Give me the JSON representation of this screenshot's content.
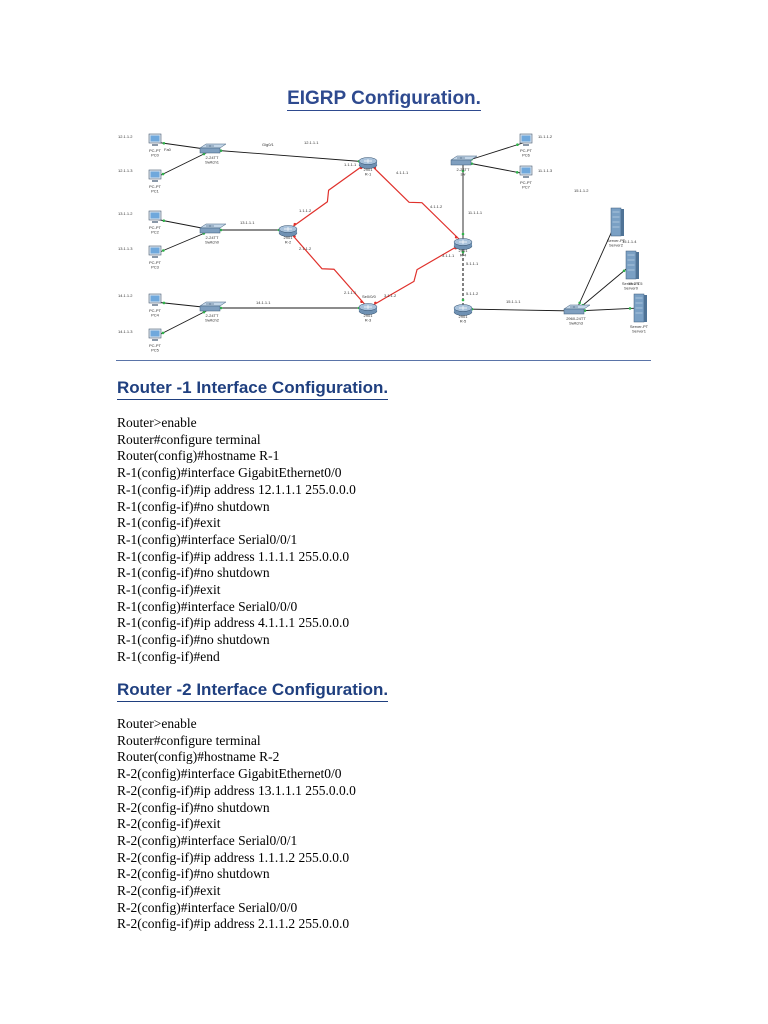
{
  "title": "EIGRP Configuration.",
  "diagram": {
    "devices": [
      {
        "id": "pc_tl1",
        "type": "pc",
        "name": "PC-PT",
        "sub": "PC0"
      },
      {
        "id": "pc_tl2",
        "type": "pc",
        "name": "PC-PT",
        "sub": "PC1"
      },
      {
        "id": "pc_ml1",
        "type": "pc",
        "name": "PC-PT",
        "sub": "PC2"
      },
      {
        "id": "pc_ml2",
        "type": "pc",
        "name": "PC-PT",
        "sub": "PC3"
      },
      {
        "id": "pc_bl1",
        "type": "pc",
        "name": "PC-PT",
        "sub": "PC4"
      },
      {
        "id": "pc_bl2",
        "type": "pc",
        "name": "PC-PT",
        "sub": "PC5"
      },
      {
        "id": "pc_tr1",
        "type": "pc",
        "name": "PC-PT",
        "sub": "PC6"
      },
      {
        "id": "pc_tr2",
        "type": "pc",
        "name": "PC-PT",
        "sub": "PC7"
      },
      {
        "id": "sw_tl",
        "type": "switch",
        "name": "2-24TT",
        "sub": "Switch1"
      },
      {
        "id": "sw_ml",
        "type": "switch",
        "name": "2-24TT",
        "sub": "Switch0"
      },
      {
        "id": "sw_bl",
        "type": "switch",
        "name": "2-24TT",
        "sub": "Switch2"
      },
      {
        "id": "sw_tr",
        "type": "switch",
        "name": "2-24TT",
        "sub": "sw"
      },
      {
        "id": "sw_br",
        "type": "switch",
        "name": "2960-24TT",
        "sub": "Switch3"
      },
      {
        "id": "r1",
        "type": "router",
        "name": "2901",
        "sub": "R-1"
      },
      {
        "id": "r2",
        "type": "router",
        "name": "2901",
        "sub": "R-2"
      },
      {
        "id": "r3",
        "type": "router",
        "name": "2901",
        "sub": "R-3"
      },
      {
        "id": "r4",
        "type": "router",
        "name": "2901",
        "sub": "R-4"
      },
      {
        "id": "r5",
        "type": "router",
        "name": "2901",
        "sub": "R-5"
      },
      {
        "id": "srv1",
        "type": "server",
        "name": "Server-PT",
        "sub": "Server2"
      },
      {
        "id": "srv2",
        "type": "server",
        "name": "Server-PT",
        "sub": "Server0"
      },
      {
        "id": "srv3",
        "type": "server",
        "name": "Server-PT",
        "sub": "Server1"
      }
    ],
    "links": [
      {
        "from": "pc_tl1",
        "to": "sw_tl",
        "kind": "ethernet"
      },
      {
        "from": "pc_tl2",
        "to": "sw_tl",
        "kind": "ethernet"
      },
      {
        "from": "sw_tl",
        "to": "r1",
        "kind": "ethernet"
      },
      {
        "from": "pc_ml1",
        "to": "sw_ml",
        "kind": "ethernet"
      },
      {
        "from": "pc_ml2",
        "to": "sw_ml",
        "kind": "ethernet"
      },
      {
        "from": "sw_ml",
        "to": "r2",
        "kind": "ethernet"
      },
      {
        "from": "pc_bl1",
        "to": "sw_bl",
        "kind": "ethernet"
      },
      {
        "from": "pc_bl2",
        "to": "sw_bl",
        "kind": "ethernet"
      },
      {
        "from": "sw_bl",
        "to": "r3",
        "kind": "ethernet"
      },
      {
        "from": "r1",
        "to": "r2",
        "kind": "serial"
      },
      {
        "from": "r2",
        "to": "r3",
        "kind": "serial"
      },
      {
        "from": "r1",
        "to": "r4",
        "kind": "serial"
      },
      {
        "from": "r3",
        "to": "r4",
        "kind": "serial"
      },
      {
        "from": "r4",
        "to": "sw_tr",
        "kind": "ethernet"
      },
      {
        "from": "pc_tr1",
        "to": "sw_tr",
        "kind": "ethernet"
      },
      {
        "from": "pc_tr2",
        "to": "sw_tr",
        "kind": "ethernet"
      },
      {
        "from": "r4",
        "to": "r5",
        "kind": "dashed"
      },
      {
        "from": "r5",
        "to": "sw_br",
        "kind": "ethernet"
      },
      {
        "from": "srv1",
        "to": "sw_br",
        "kind": "ethernet"
      },
      {
        "from": "srv2",
        "to": "sw_br",
        "kind": "ethernet"
      },
      {
        "from": "srv3",
        "to": "sw_br",
        "kind": "ethernet"
      }
    ],
    "labels": [
      {
        "id": "ip_pc_tl1",
        "text": "12.1.1.2"
      },
      {
        "id": "ip_pc_tl2",
        "text": "12.1.1.3"
      },
      {
        "id": "ip_pc_ml1",
        "text": "13.1.1.2"
      },
      {
        "id": "ip_pc_ml2",
        "text": "13.1.1.3"
      },
      {
        "id": "ip_pc_bl1",
        "text": "14.1.1.2"
      },
      {
        "id": "ip_pc_bl2",
        "text": "14.1.1.3"
      },
      {
        "id": "ip_pc_tr1",
        "text": "11.1.1.2"
      },
      {
        "id": "ip_pc_tr2",
        "text": "11.1.1.3"
      },
      {
        "id": "ip_l1",
        "text": "12.1.1.1"
      },
      {
        "id": "ip_l2",
        "text": "13.1.1.1"
      },
      {
        "id": "ip_l3",
        "text": "14.1.1.1"
      },
      {
        "id": "ip_r1a",
        "text": "1.1.1.1"
      },
      {
        "id": "ip_r1b",
        "text": "4.1.1.1"
      },
      {
        "id": "ip_r2a",
        "text": "1.1.1.2"
      },
      {
        "id": "ip_r2b",
        "text": "2.1.1.2"
      },
      {
        "id": "ip_r3a",
        "text": "2.1.1.1"
      },
      {
        "id": "ip_r3b",
        "text": "3.1.1.2"
      },
      {
        "id": "ip_r4a",
        "text": "4.1.1.2"
      },
      {
        "id": "ip_r4b",
        "text": "3.1.1.1"
      },
      {
        "id": "ip_r4c",
        "text": "11.1.1.1"
      },
      {
        "id": "ip_r4d",
        "text": "5.1.1.1"
      },
      {
        "id": "ip_r5a",
        "text": "5.1.1.2"
      },
      {
        "id": "ip_r5b",
        "text": "15.1.1.1"
      },
      {
        "id": "ip_s1",
        "text": "15.1.1.2"
      },
      {
        "id": "ip_s2",
        "text": "15.1.1.4"
      },
      {
        "id": "ip_s3",
        "text": "15.1.1.5"
      },
      {
        "id": "if_gig0",
        "text": "Gig0/1"
      },
      {
        "id": "if_fa0",
        "text": "Fa0"
      },
      {
        "id": "if_se",
        "text": "Se0/0/0"
      }
    ]
  },
  "router1": {
    "heading": "Router -1 Interface Configuration.",
    "lines": [
      "Router>enable",
      "Router#configure terminal",
      "Router(config)#hostname R-1",
      "R-1(config)#interface GigabitEthernet0/0",
      "R-1(config-if)#ip address 12.1.1.1 255.0.0.0",
      "R-1(config-if)#no shutdown",
      "R-1(config-if)#exit",
      "R-1(config)#interface Serial0/0/1",
      "R-1(config-if)#ip address 1.1.1.1 255.0.0.0",
      "R-1(config-if)#no shutdown",
      "R-1(config-if)#exit",
      "R-1(config)#interface Serial0/0/0",
      "R-1(config-if)#ip address 4.1.1.1 255.0.0.0",
      "R-1(config-if)#no shutdown",
      "R-1(config-if)#end"
    ]
  },
  "router2": {
    "heading": "Router -2 Interface Configuration.",
    "lines": [
      "Router>enable",
      "Router#configure terminal",
      "Router(config)#hostname R-2",
      "R-2(config)#interface GigabitEthernet0/0",
      "R-2(config-if)#ip address 13.1.1.1 255.0.0.0",
      "R-2(config-if)#no shutdown",
      "R-2(config-if)#exit",
      "R-2(config)#interface Serial0/0/1",
      "R-2(config-if)#ip address 1.1.1.2 255.0.0.0",
      "R-2(config-if)#no shutdown",
      "R-2(config-if)#exit",
      "R-2(config)#interface Serial0/0/0",
      "R-2(config-if)#ip address 2.1.1.2 255.0.0.0"
    ]
  }
}
